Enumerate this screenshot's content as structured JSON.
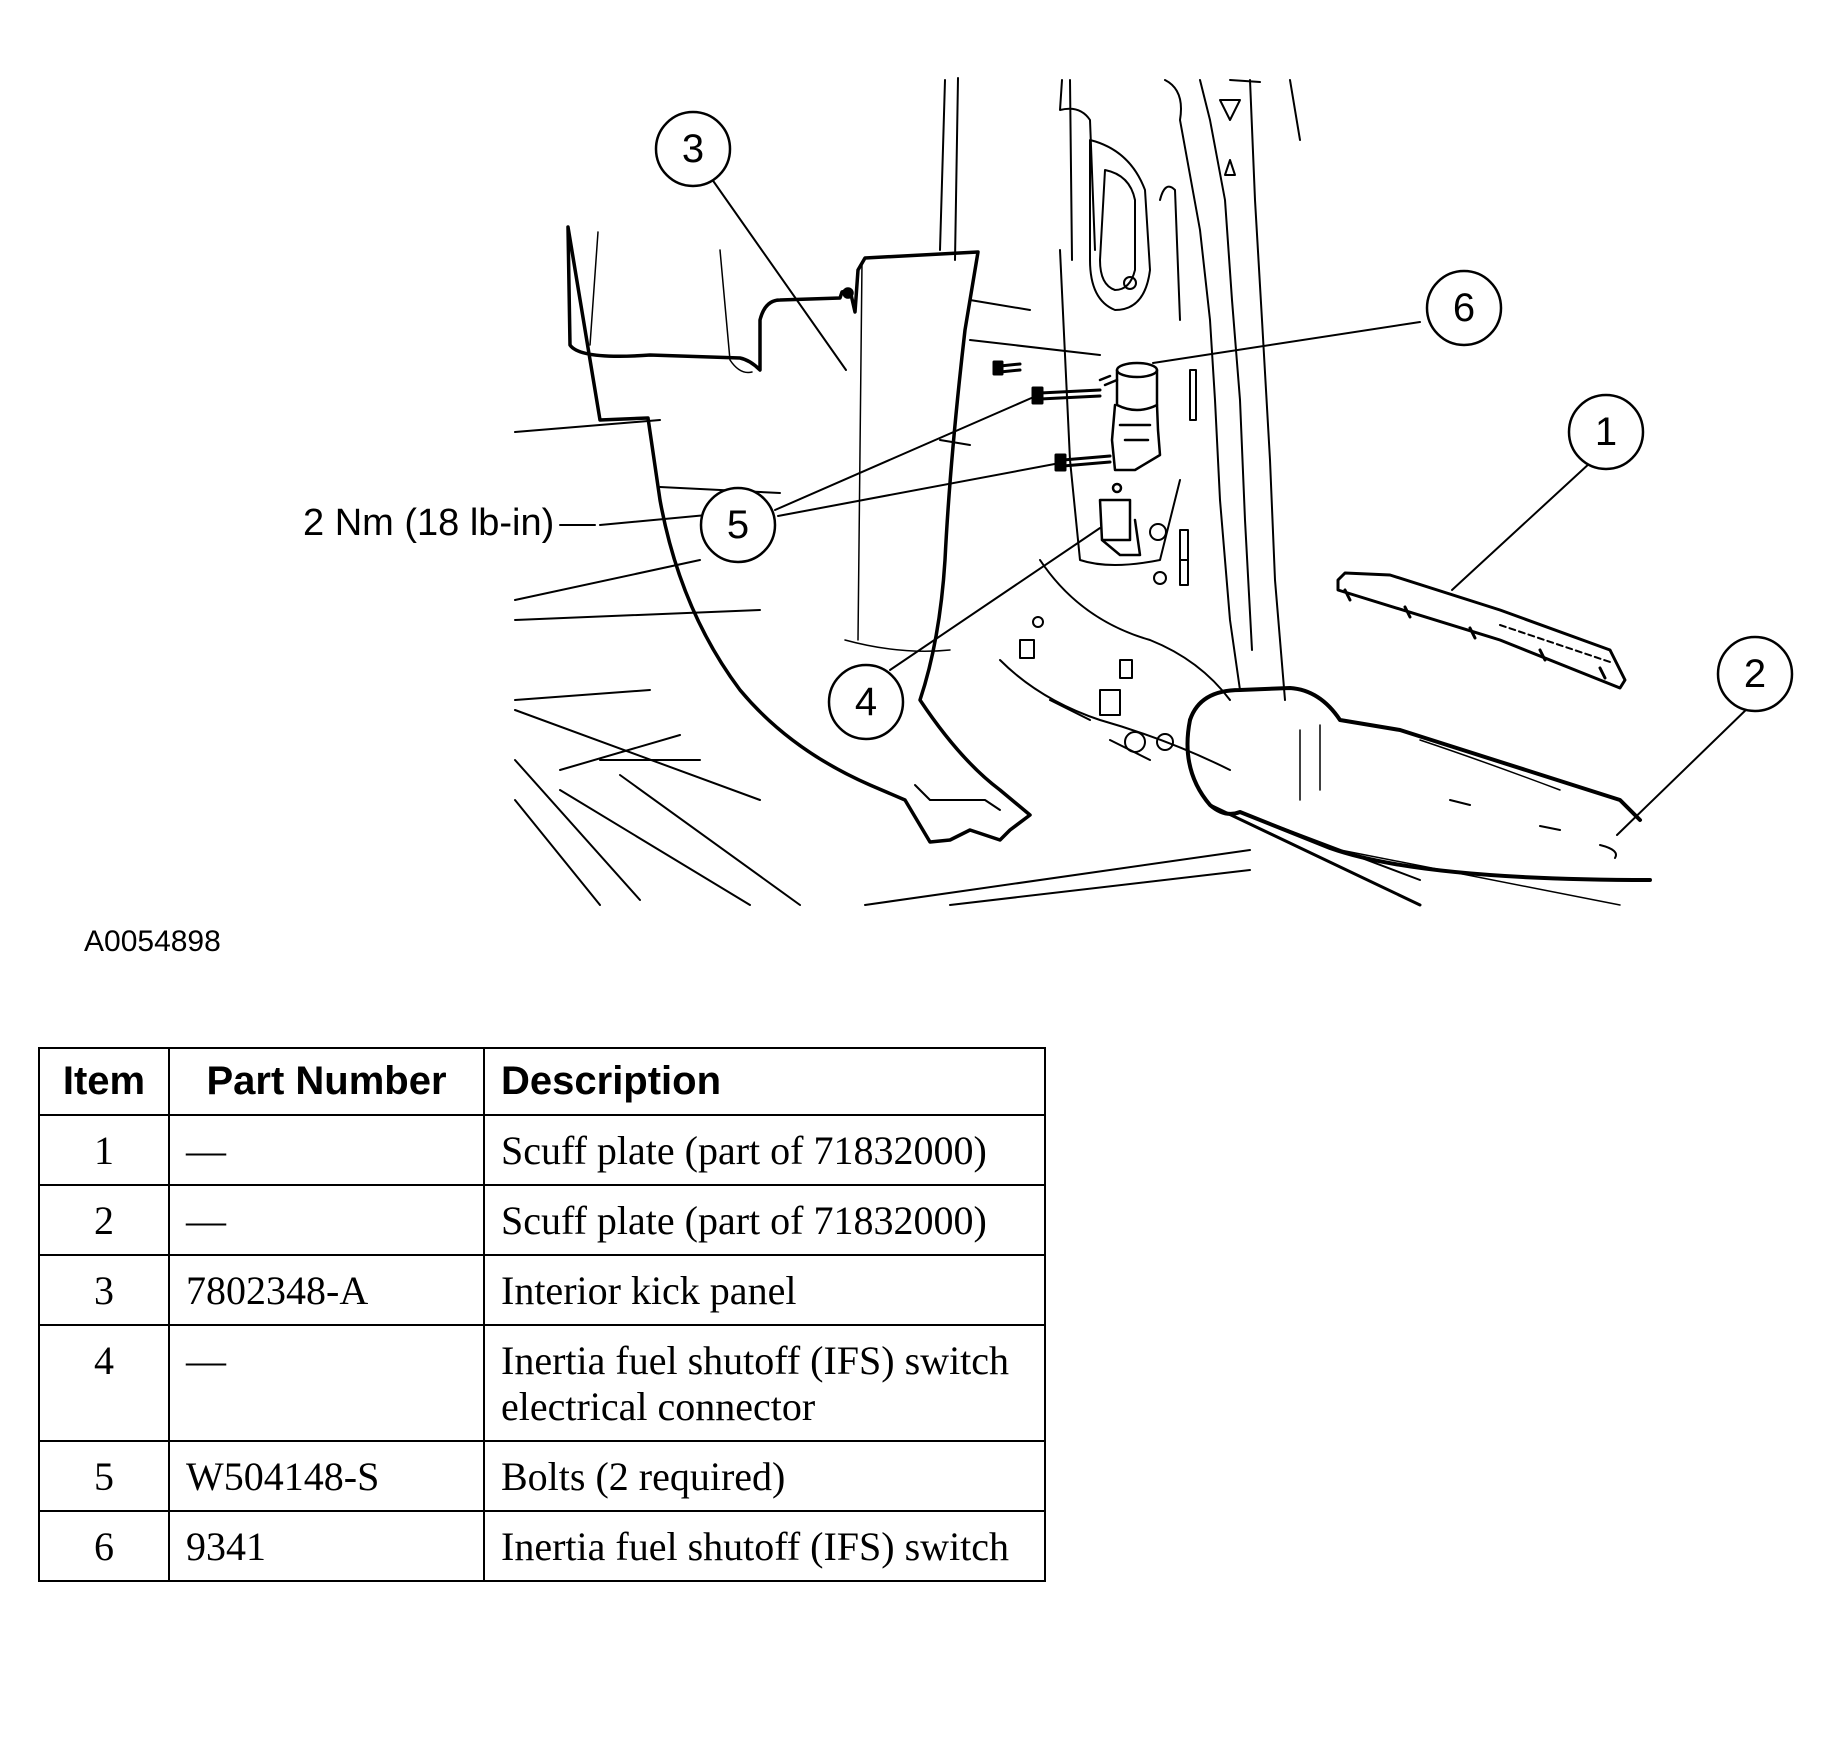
{
  "diagram": {
    "callouts": [
      "1",
      "2",
      "3",
      "4",
      "5",
      "6"
    ],
    "torque_label": "2 Nm (18 lb-in)",
    "figure_id": "A0054898"
  },
  "table": {
    "headers": {
      "item": "Item",
      "part_number": "Part Number",
      "description": "Description"
    },
    "rows": [
      {
        "item": "1",
        "part_number": "—",
        "description": "Scuff plate (part of 71832000)"
      },
      {
        "item": "2",
        "part_number": "—",
        "description": "Scuff plate (part of 71832000)"
      },
      {
        "item": "3",
        "part_number": "7802348-A",
        "description": "Interior kick panel"
      },
      {
        "item": "4",
        "part_number": "—",
        "description": "Inertia fuel shutoff (IFS) switch electrical connector"
      },
      {
        "item": "5",
        "part_number": "W504148-S",
        "description": "Bolts (2 required)"
      },
      {
        "item": "6",
        "part_number": "9341",
        "description": "Inertia fuel shutoff (IFS) switch"
      }
    ]
  }
}
